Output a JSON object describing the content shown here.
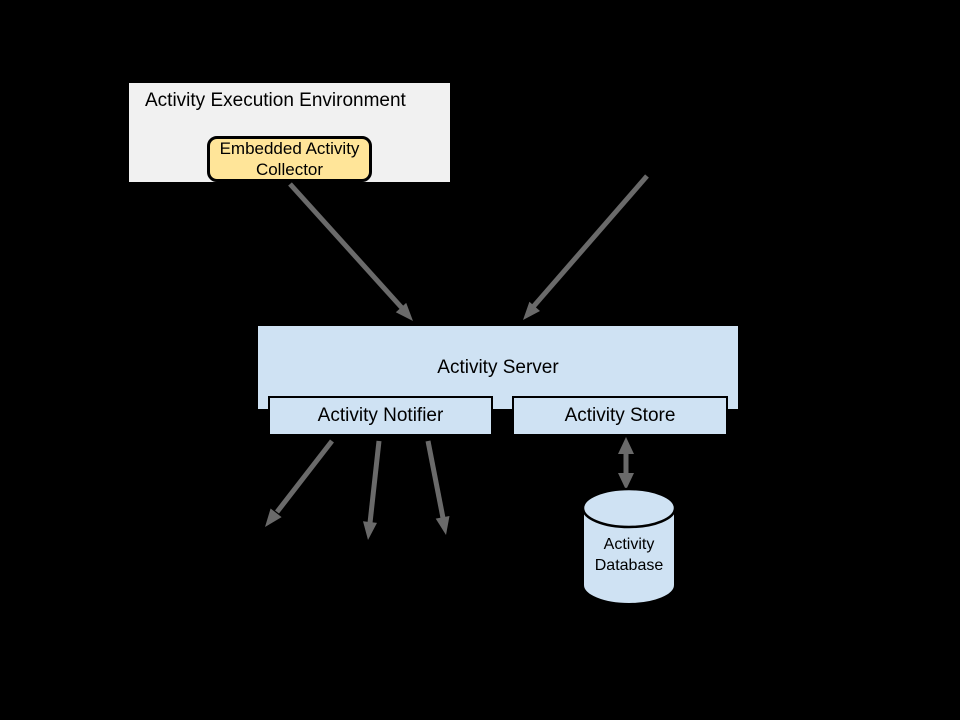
{
  "colors": {
    "background": "#000000",
    "box_blue": "#cfe2f3",
    "box_yellow": "#ffe599",
    "box_gray": "#f1f1f1",
    "border": "#000000",
    "arrow": "#6a6a6a",
    "text": "#000000"
  },
  "diagram": {
    "execution_environment": {
      "label": "Activity Execution Environment"
    },
    "embedded_collector": {
      "label": "Embedded Activity Collector"
    },
    "server": {
      "label": "Activity Server"
    },
    "notifier": {
      "label": "Activity Notifier"
    },
    "store": {
      "label": "Activity Store"
    },
    "database": {
      "label": "Activity Database"
    }
  }
}
